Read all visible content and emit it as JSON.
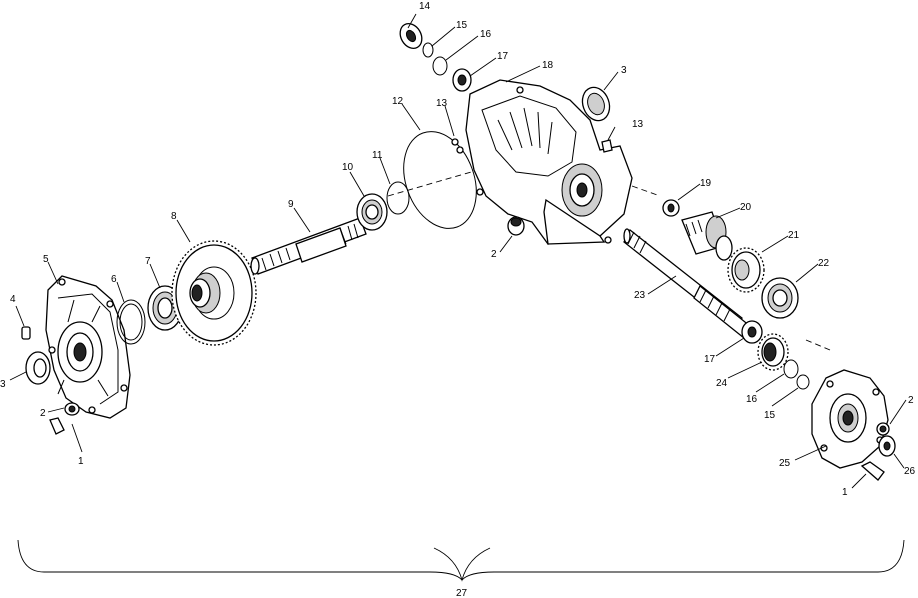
{
  "callouts": {
    "c1a": "1",
    "c1b": "1",
    "c2a": "2",
    "c2b": "2",
    "c2c": "2",
    "c3a": "3",
    "c3b": "3",
    "c4": "4",
    "c5": "5",
    "c6": "6",
    "c7": "7",
    "c8": "8",
    "c9": "9",
    "c10": "10",
    "c11": "11",
    "c12": "12",
    "c13a": "13",
    "c13b": "13",
    "c14": "14",
    "c15a": "15",
    "c15b": "15",
    "c16a": "16",
    "c16b": "16",
    "c17a": "17",
    "c17b": "17",
    "c18": "18",
    "c19": "19",
    "c20": "20",
    "c21": "21",
    "c22": "22",
    "c23": "23",
    "c24": "24",
    "c25": "25",
    "c26": "26",
    "c27": "27"
  }
}
